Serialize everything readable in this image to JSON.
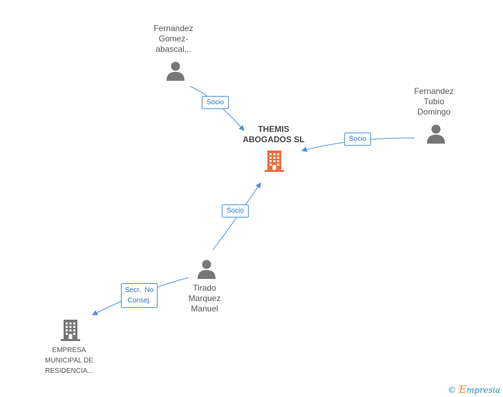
{
  "nodes": {
    "themis": {
      "label_lines": [
        "THEMIS",
        "ABOGADOS SL"
      ],
      "color": "#f26b3a",
      "kind": "company"
    },
    "fernandez_gomez": {
      "label_lines": [
        "Fernandez",
        "Gomez-",
        "abascal..."
      ],
      "color": "#777777",
      "kind": "person"
    },
    "fernandez_tubio": {
      "label_lines": [
        "Fernandez",
        "Tubio",
        "Domingo"
      ],
      "color": "#777777",
      "kind": "person"
    },
    "tirado": {
      "label_lines": [
        "Tirado",
        "Marquez",
        "Manuel"
      ],
      "color": "#777777",
      "kind": "person"
    },
    "empresa": {
      "label_lines": [
        "EMPRESA",
        "MUNICIPAL DE",
        "RESIDENCIA..."
      ],
      "color": "#777777",
      "kind": "company"
    }
  },
  "edges": {
    "gomez_socio": "Socio",
    "tubio_socio": "Socio",
    "tirado_socio": "Socio",
    "tirado_secr_line1": "Secr.  No",
    "tirado_secr_line2": "Consej."
  },
  "colors": {
    "edge": "#4a90d9",
    "edge_text": "#2f72c4"
  },
  "watermark": {
    "symbol": "©",
    "brand_first": "E",
    "brand_rest": "mpresia"
  }
}
